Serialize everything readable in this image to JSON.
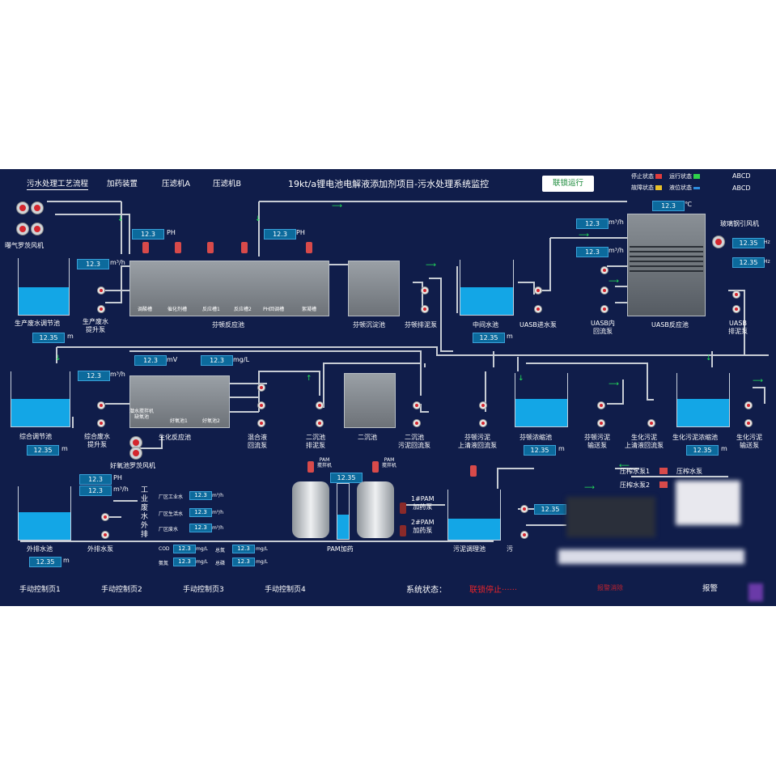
{
  "nav": {
    "tabs": [
      "污水处理工艺流程",
      "加药装置",
      "压滤机A",
      "压滤机B"
    ],
    "title": "19kt/a锂电池电解液添加剂项目-污水处理系统监控",
    "run_button": "联锁运行"
  },
  "legend": {
    "stop": "停止状态",
    "run": "运行状态",
    "fault": "故障状态",
    "level": "液位状态",
    "user1": "ABCD",
    "user2": "ABCD",
    "colors": {
      "stop": "#e23c3c",
      "run": "#2fd24a",
      "fault": "#e8c02a",
      "level": "#2d8de0"
    }
  },
  "units": {
    "ph": "PH",
    "flow": "m³/h",
    "temp": "℃",
    "hz": "Hz",
    "m": "m",
    "mv": "mV",
    "mgl": "mg/L",
    "m3h_small": "m³/h"
  },
  "row1": {
    "aeration_fan": "曝气罗茨风机",
    "ph1": "12.3",
    "ph2": "12.3",
    "flow1": "12.3",
    "prod_tank": "生产废水调节池",
    "prod_tank_level": "12.35",
    "prod_pump": [
      "生产废水",
      "提升泵"
    ],
    "fenton": "芬顿反应池",
    "fenton_tanks": [
      "调酸槽",
      "催化剂槽",
      "反应槽1",
      "反应槽2",
      "PH回调槽",
      "絮凝槽"
    ],
    "fenton_settle": "芬顿沉淀池",
    "fenton_mud_pump": "芬顿排泥泵",
    "middle_tank": "中间水池",
    "middle_level": "12.35",
    "uasb_in_pump": "UASB进水泵",
    "uasb_return_pump": [
      "UASB内",
      "回流泵"
    ],
    "uasb_reactor": "UASB反应池",
    "uasb_mud_pump": [
      "UASB",
      "排泥泵"
    ],
    "uasb_flow1": "12.3",
    "uasb_flow2": "12.3",
    "uasb_temp": "12.3",
    "frp_fan": "玻璃钢引风机",
    "hz1": "12.35",
    "hz2": "12.35"
  },
  "row2": {
    "mv": "12.3",
    "mgl": "12.3",
    "flow": "12.3",
    "mix_tank": "综合调节池",
    "mix_level": "12.35",
    "mix_pump": [
      "综合废水",
      "提升泵"
    ],
    "submersible": [
      "潜水搅拌机",
      "缺氧池"
    ],
    "aerobic1": "好氧池1",
    "aerobic2": "好氧池2",
    "bio_tank": "生化反应池",
    "mix_return": [
      "混合液",
      "回流泵"
    ],
    "sec_mud_pump": [
      "二沉池",
      "排泥泵"
    ],
    "sec_tank": "二沉池",
    "sec_return": [
      "二沉池",
      "污泥回流泵"
    ],
    "fenton_sludge": [
      "芬顿污泥",
      "上清液回流泵"
    ],
    "fenton_thick": "芬顿浓缩池",
    "fenton_thick_level": "12.35",
    "fenton_sludge_pump": [
      "芬顿污泥",
      "输送泵"
    ],
    "bio_sludge": [
      "生化污泥",
      "上清液回流泵"
    ],
    "bio_thick": "生化污泥浓缩池",
    "bio_thick_level": "12.35",
    "bio_sludge_pump": [
      "生化污泥",
      "输送泵"
    ]
  },
  "row3": {
    "aerobic_fan": "好氧池罗茨风机",
    "ph": "12.3",
    "flow": "12.3",
    "vertical_label": [
      "工",
      "业",
      "废",
      "水",
      "外",
      "排"
    ],
    "flows": [
      {
        "label": "厂区工业水",
        "value": "12.3",
        "unit": "m³/h"
      },
      {
        "label": "厂区生活水",
        "value": "12.3",
        "unit": "m³/h"
      },
      {
        "label": "厂区废水",
        "value": "12.3",
        "unit": "m³/h"
      }
    ],
    "quality": [
      {
        "label": "COD",
        "value": "12.3",
        "unit": "mg/L"
      },
      {
        "label": "总氮",
        "value": "12.3",
        "unit": "mg/L"
      },
      {
        "label": "氨氮",
        "value": "12.3",
        "unit": "mg/L"
      },
      {
        "label": "总磷",
        "value": "12.3",
        "unit": "mg/L"
      }
    ],
    "out_tank": "外排水池",
    "out_level": "12.35",
    "out_pump": "外排水泵",
    "pam_mixer1": [
      "PAM",
      "搅拌机"
    ],
    "pam_mixer2": [
      "PAM",
      "搅拌机"
    ],
    "pam_value": "12.35",
    "pam_pump1": [
      "1#PAM",
      "加药泵"
    ],
    "pam_pump2": [
      "2#PAM",
      "加药泵"
    ],
    "pam": "PAM加药",
    "sludge_tank": "污泥调理池",
    "sludge_label": "污",
    "press_pump1": "压榨水泵1",
    "press_pump2": "压榨水泵2",
    "press_pump3": "压榨水泵",
    "sludge_value": "12.35"
  },
  "bottom": {
    "pages": [
      "手动控制页1",
      "手动控制页2",
      "手动控制页3",
      "手动控制页4"
    ],
    "status_label": "系统状态：",
    "status_value": "联锁停止······",
    "alarm_text": "报警消除",
    "alarm_button": "报警"
  }
}
